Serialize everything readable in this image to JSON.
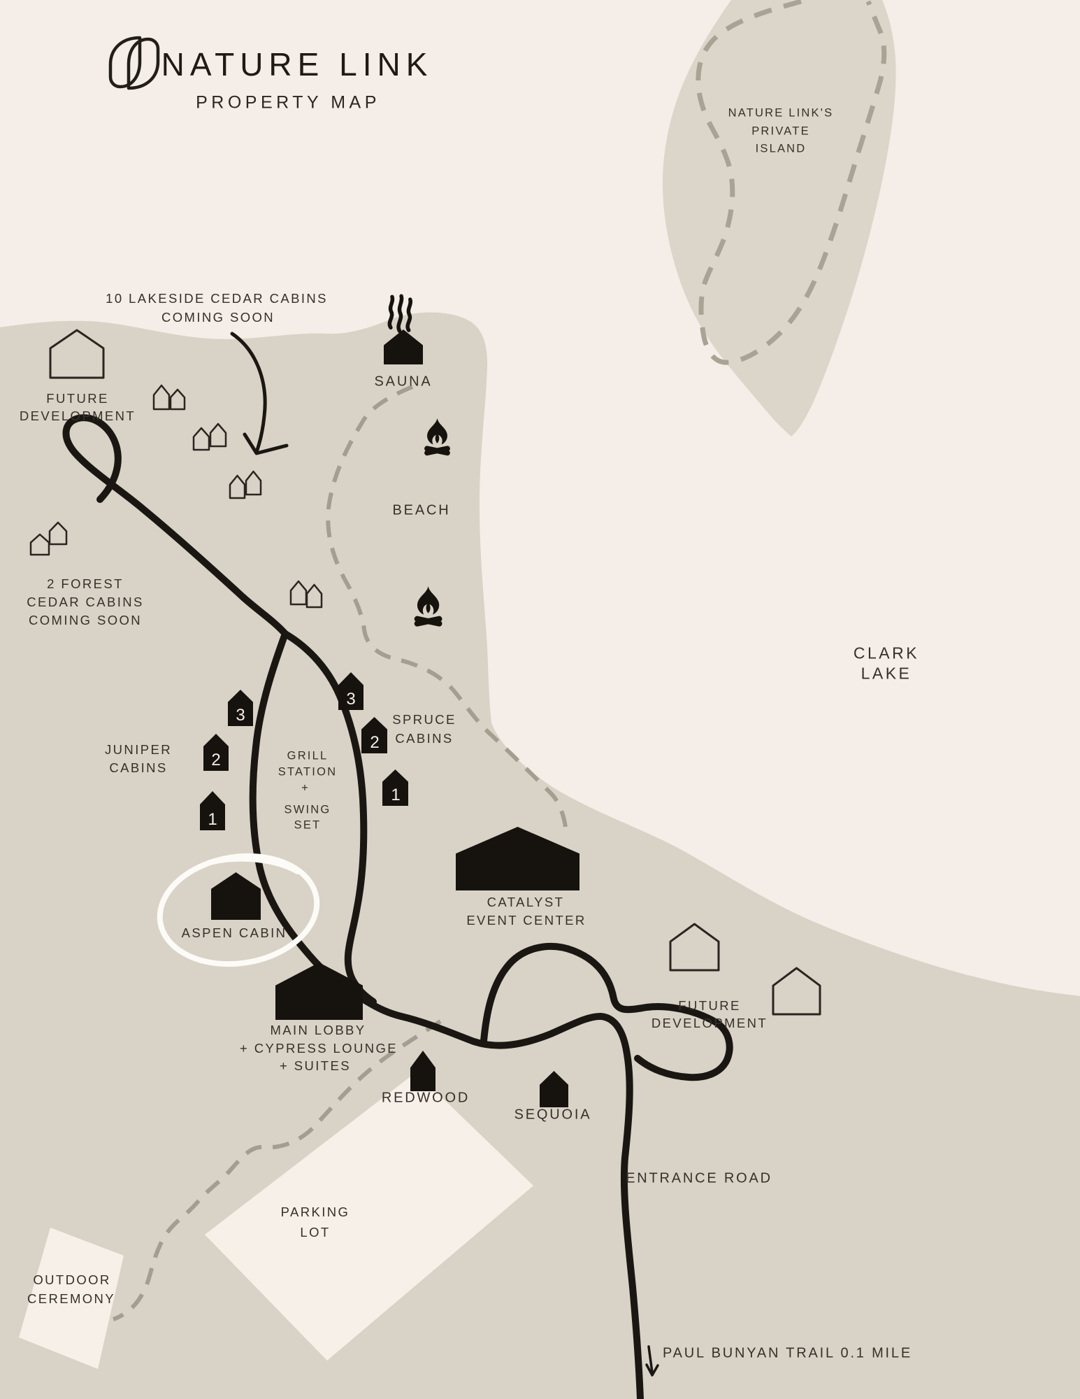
{
  "header": {
    "brand": "NATURE LINK",
    "subtitle": "PROPERTY MAP"
  },
  "labels": {
    "private_island": [
      "NATURE LINK'S",
      "PRIVATE",
      "ISLAND"
    ],
    "clark_lake": [
      "CLARK",
      "LAKE"
    ],
    "lakeside_cabins": [
      "10 LAKESIDE CEDAR CABINS",
      "COMING SOON"
    ],
    "forest_cabins": [
      "2 FOREST",
      "CEDAR CABINS",
      "COMING SOON"
    ],
    "future_dev_left": [
      "FUTURE",
      "DEVELOPMENT"
    ],
    "future_dev_right": [
      "FUTURE",
      "DEVELOPMENT"
    ],
    "sauna": "SAUNA",
    "beach": "BEACH",
    "juniper_cabins": [
      "JUNIPER",
      "CABINS"
    ],
    "spruce_cabins": [
      "SPRUCE",
      "CABINS"
    ],
    "grill_station": [
      "GRILL",
      "STATION",
      "+",
      "SWING",
      "SET"
    ],
    "catalyst": [
      "CATALYST",
      "EVENT CENTER"
    ],
    "aspen": "ASPEN CABIN",
    "main_lobby": [
      "MAIN LOBBY",
      "+ CYPRESS LOUNGE",
      "+ SUITES"
    ],
    "redwood": "REDWOOD",
    "sequoia": "SEQUOIA",
    "entrance_road": "ENTRANCE ROAD",
    "parking_lot": [
      "PARKING",
      "LOT"
    ],
    "outdoor_ceremony": [
      "OUTDOOR",
      "CEREMONY"
    ],
    "paul_bunyan": "PAUL BUNYAN TRAIL 0.1 MILE"
  },
  "cabin_numbers": {
    "juniper": [
      "3",
      "2",
      "1"
    ],
    "spruce": [
      "3",
      "2",
      "1"
    ]
  },
  "icons": {
    "logo": "nature-link-leaf-mark",
    "cabin_filled": "black-house-pentagon",
    "cabin_outline": "outlined-house-pentagon",
    "fire": "campfire",
    "steam": "sauna-steam-waves",
    "highlight": "white-hand-drawn-circle",
    "arrow": "curved-pointer-arrow"
  },
  "colors": {
    "background_lake": "#f5ede7",
    "land": "#d9d2c6",
    "island": "#dcd5c9",
    "clearing": "#f7f0e9",
    "road": "#1a1713",
    "trail": "#a59d8f",
    "text": "#36302a",
    "highlight": "#fcfbf8"
  }
}
